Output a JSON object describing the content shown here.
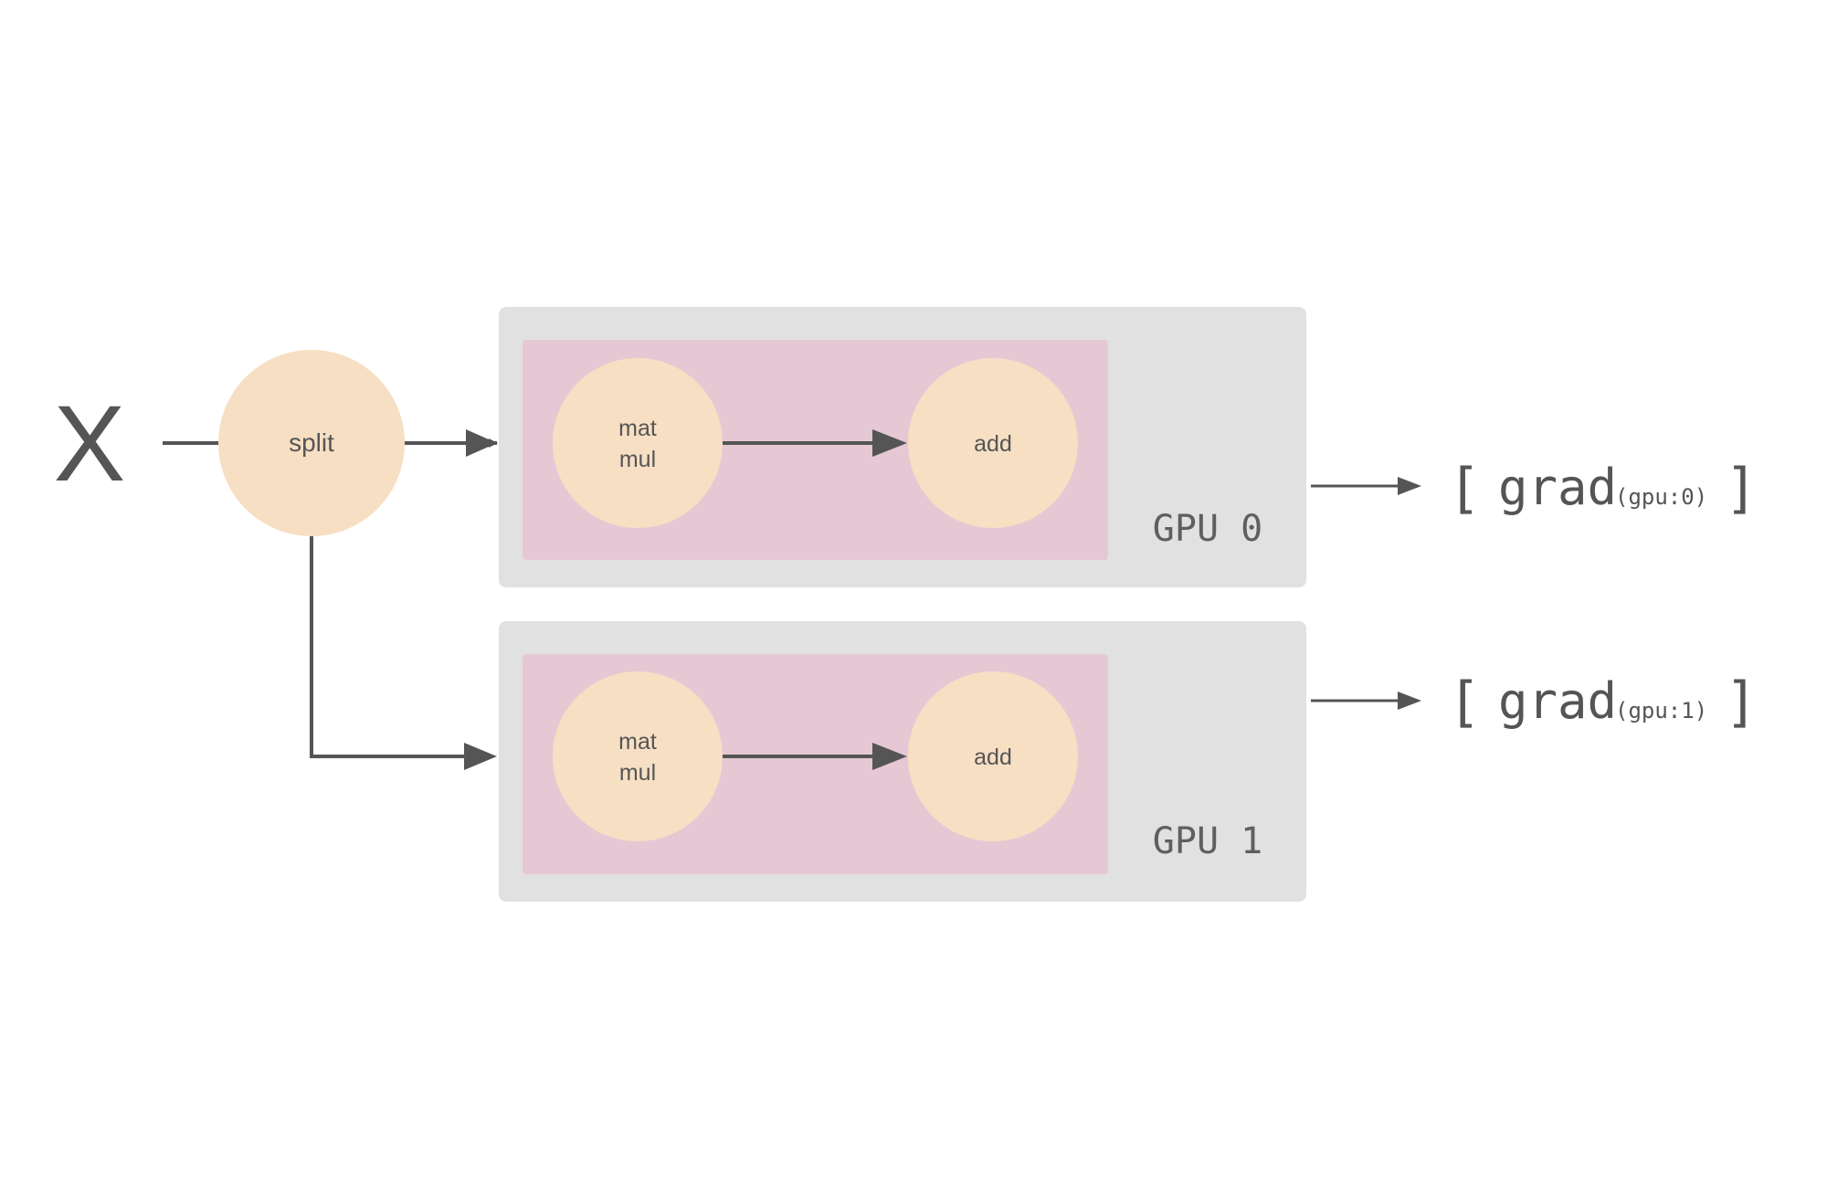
{
  "input": {
    "label": "X"
  },
  "split": {
    "label": "split"
  },
  "gpus": [
    {
      "label": "GPU 0",
      "matmul": {
        "line1": "mat",
        "line2": "mul"
      },
      "add": {
        "label": "add"
      },
      "output": {
        "open": "[",
        "grad": "grad",
        "sub": "(gpu:0)",
        "close": "]"
      }
    },
    {
      "label": "GPU 1",
      "matmul": {
        "line1": "mat",
        "line2": "mul"
      },
      "add": {
        "label": "add"
      },
      "output": {
        "open": "[",
        "grad": "grad",
        "sub": "(gpu:1)",
        "close": "]"
      }
    }
  ],
  "colors": {
    "node_fill": "#f7dfc4",
    "gpu_box": "#e1e1e1",
    "op_box": "#e6c8d4",
    "line": "#555555"
  }
}
